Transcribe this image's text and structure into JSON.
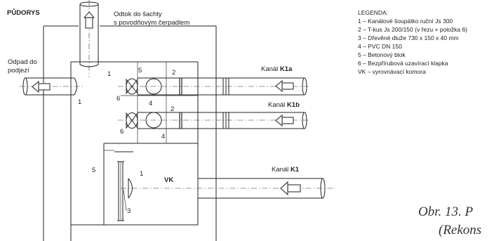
{
  "title": "PŮDORYS",
  "labels": {
    "outflow_shaft": [
      "Odtok do šachty",
      "s povodňovým čerpadlem"
    ],
    "waste_underpass": [
      "Odpad do",
      "podjezí"
    ],
    "channel_k1a_prefix": "Kanál ",
    "channel_k1a_bold": "K1a",
    "channel_k1b_prefix": "Kanál ",
    "channel_k1b_bold": "K1b",
    "channel_k1_prefix": "Kanál ",
    "channel_k1_bold": "K1",
    "vk": "VK"
  },
  "numbers": {
    "n1_top": "1",
    "n1_left": "1",
    "n5_a": "5",
    "n2_a": "2",
    "n6_a": "6",
    "n4_a": "4",
    "n2_b": "2",
    "n6_b": "6",
    "n4_b": "4",
    "n5_b": "5",
    "n1_vk": "1",
    "n3_vk": "3"
  },
  "legend": {
    "title": "LEGENDA:",
    "items": [
      "1 – Kanálové šoupátko ruční Js 300",
      "2 – T-kus Js 200/150 (v řezu + položka 6)",
      "3 – Dřevěné dluže 730 x 150 x 40 mm",
      "4 – PVC DN 150",
      "5 – Betonový blok",
      "6 – Bezpřírubová uzavírací klapka",
      "VK – vyrovnávací komora"
    ]
  },
  "caption": [
    "Obr. 13. P",
    "(Rekons"
  ]
}
